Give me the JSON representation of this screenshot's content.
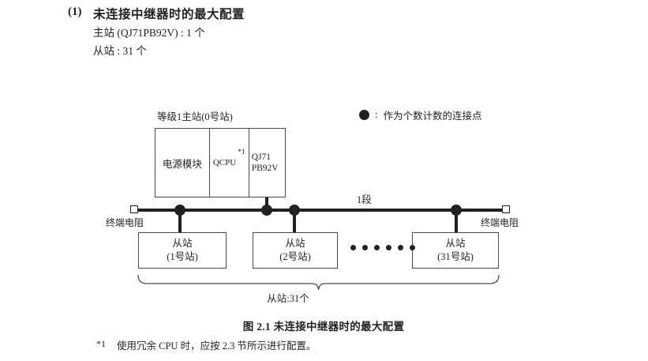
{
  "heading": {
    "number": "(1)",
    "title": "未连接中继器时的最大配置",
    "master_count_line": "主站 (QJ71PB92V) : 1 个",
    "slave_count_line": "从站 : 31 个"
  },
  "legend": {
    "marker_icon": "filled-circle-icon",
    "colon": ":",
    "text": "作为个数计数的连接点"
  },
  "diagram": {
    "master_station": {
      "label": "等级1主站(0号站)",
      "cells": [
        {
          "name": "power-module",
          "text": "电源模块"
        },
        {
          "name": "qcpu",
          "text": "QCPU",
          "superscript": "*1"
        },
        {
          "name": "network-module",
          "line1": "QJ71",
          "line2": "PB92V"
        }
      ]
    },
    "bus": {
      "segment_label": "1段",
      "terminator_left_label": "终端电阻",
      "terminator_right_label": "终端电阻",
      "terminator_icon": "white-square-icon",
      "node_icon": "filled-circle-icon",
      "node_count": 4
    },
    "slaves": [
      {
        "title": "从站",
        "station": "(1号站)"
      },
      {
        "title": "从站",
        "station": "(2号站)"
      },
      {
        "title": "从站",
        "station": "(31号站)"
      }
    ],
    "ellipsis_dot_count": 6,
    "brace_label": "从站:31个"
  },
  "figure_caption": "图 2.1  未连接中继器时的最大配置",
  "footnote": {
    "mark": "*1",
    "text": "使用冗余 CPU 时，应按 2.3 节所示进行配置。"
  },
  "colors": {
    "ink": "#231f20",
    "line": "#4a4a4a",
    "background": "#ffffff"
  }
}
